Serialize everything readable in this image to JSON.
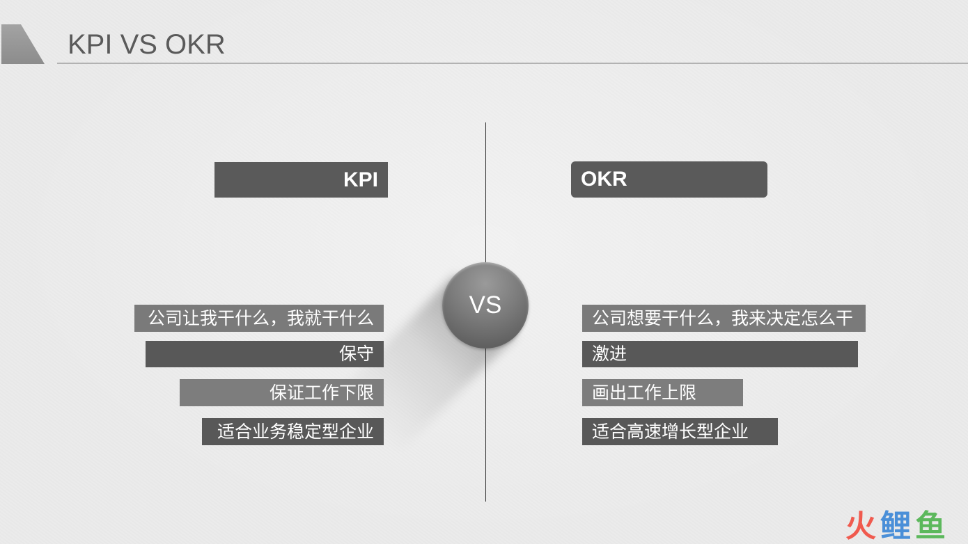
{
  "slide": {
    "title": "KPI VS OKR",
    "vs_label": "VS"
  },
  "colors": {
    "header_bar": "#5a5a5a",
    "bar_light": "#7a7a7a",
    "bar_dark": "#585858",
    "text": "#ffffff"
  },
  "kpi": {
    "header": "KPI",
    "items": [
      {
        "text": "公司让我干什么，我就干什么",
        "color": "#7a7a7a"
      },
      {
        "text": "保守",
        "color": "#585858"
      },
      {
        "text": "保证工作下限",
        "color": "#7d7d7d"
      },
      {
        "text": "适合业务稳定型企业",
        "color": "#585858"
      }
    ]
  },
  "okr": {
    "header": "OKR",
    "items": [
      {
        "text": "公司想要干什么，我来决定怎么干",
        "color": "#7a7a7a"
      },
      {
        "text": "激进",
        "color": "#585858"
      },
      {
        "text": "画出工作上限",
        "color": "#7d7d7d"
      },
      {
        "text": "适合高速增长型企业",
        "color": "#585858"
      }
    ]
  },
  "watermark": {
    "chars": [
      {
        "text": "火",
        "color": "#f05a4e"
      },
      {
        "text": "鲤",
        "color": "#4a8fd8"
      },
      {
        "text": "鱼",
        "color": "#5cb85c"
      }
    ]
  }
}
